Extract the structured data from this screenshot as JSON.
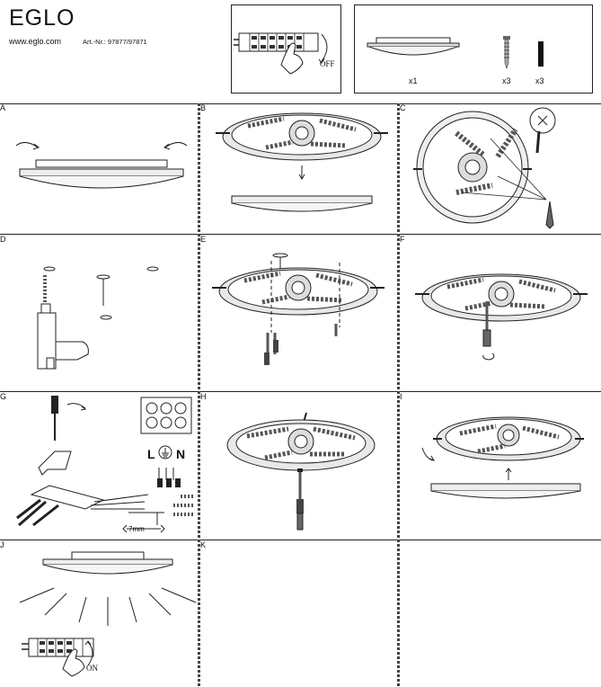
{
  "header": {
    "brand": "EGLO",
    "website": "www.eglo.com",
    "article_number": "Art.-Nr.: 97877/97871"
  },
  "switch_box": {
    "off_label": "OFF"
  },
  "parts_box": {
    "lamp_qty": "x1",
    "screw_qty": "x3",
    "plug_qty": "x3"
  },
  "panels": [
    "A",
    "B",
    "C",
    "D",
    "E",
    "F",
    "G",
    "H",
    "I",
    "J",
    "K"
  ],
  "panel_g": {
    "terminal_labels": [
      "L",
      "N"
    ],
    "strip_length": "7mm"
  },
  "panel_j": {
    "on_label": "ON"
  }
}
